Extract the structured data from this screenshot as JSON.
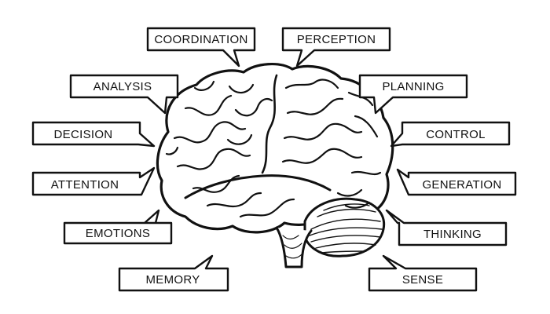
{
  "diagram": {
    "labels": {
      "coordination": "COORDINATION",
      "perception": "PERCEPTION",
      "analysis": "ANALYSIS",
      "planning": "PLANNING",
      "decision": "DECISION",
      "control": "CONTROL",
      "attention": "ATTENTION",
      "generation": "GENERATION",
      "emotions": "EMOTIONS",
      "thinking": "THINKING",
      "memory": "MEMORY",
      "sense": "SENSE"
    },
    "colors": {
      "ink": "#111111",
      "box_fill": "#ffffff",
      "background": "#ffffff"
    },
    "illustration": "brain-illustration"
  }
}
